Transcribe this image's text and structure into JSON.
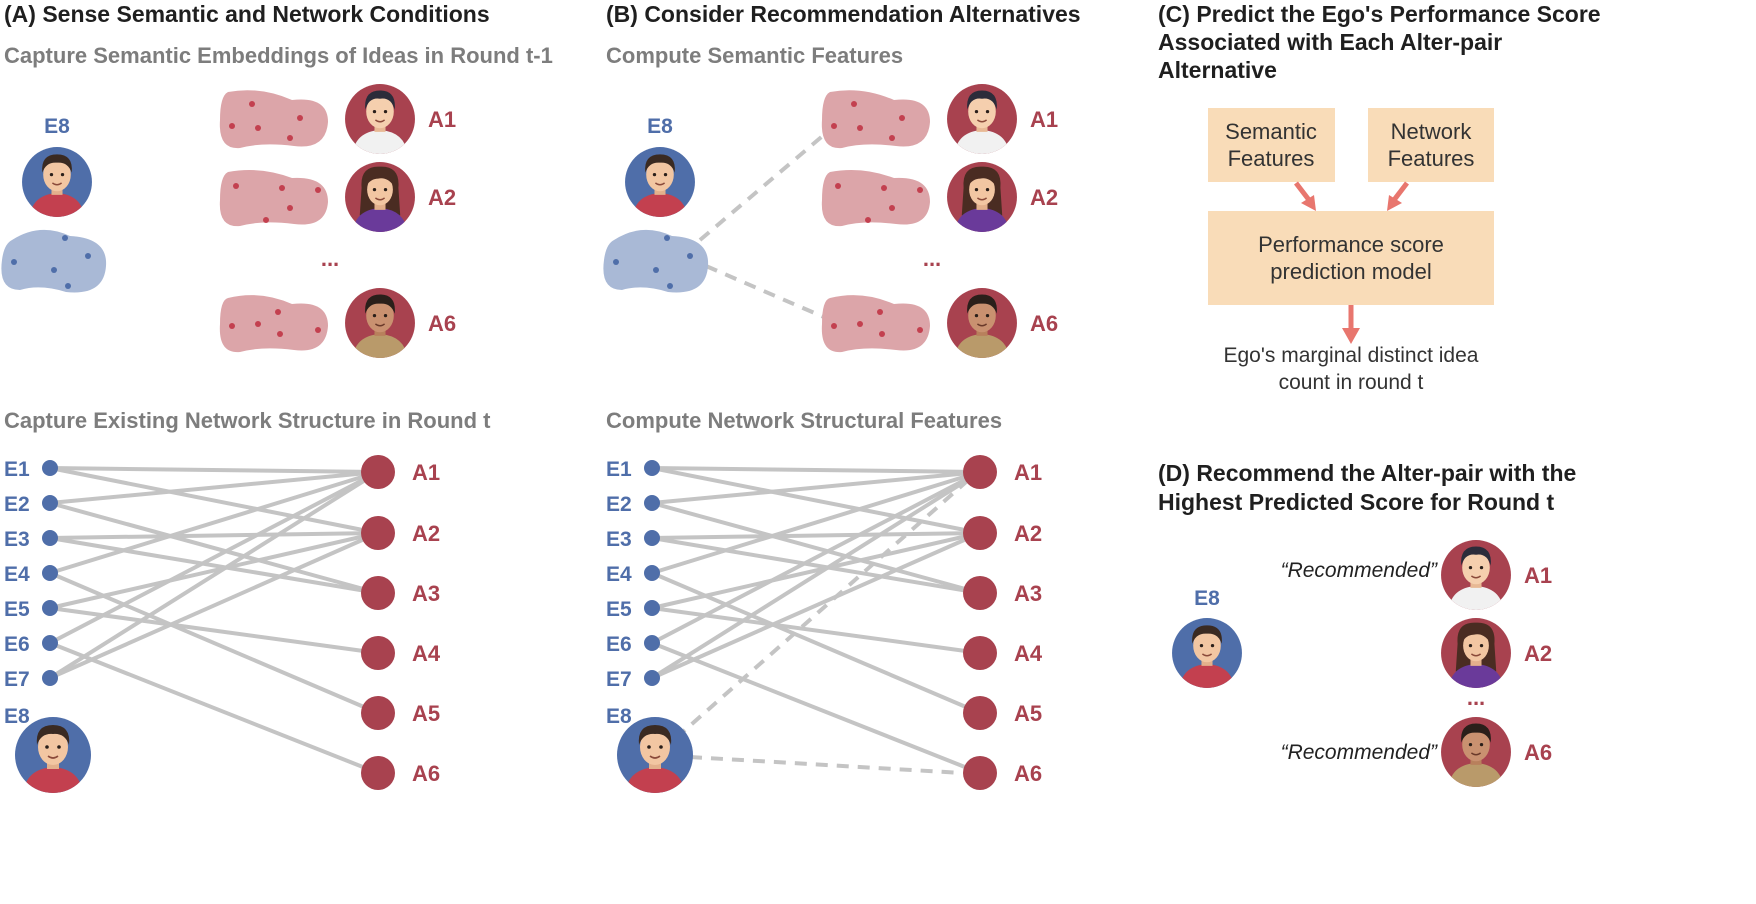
{
  "panel_a": {
    "title": "(A) Sense Semantic and Network Conditions",
    "subtitle_semantic": "Capture Semantic Embeddings of Ideas in Round t-1",
    "subtitle_network": "Capture Existing Network Structure in Round t"
  },
  "panel_b": {
    "title": "(B) Consider Recommendation Alternatives",
    "subtitle_semantic": "Compute Semantic Features",
    "subtitle_network": "Compute Network Structural Features"
  },
  "panel_c": {
    "title_line1": "(C) Predict the Ego's Performance Score",
    "title_line2": "Associated with Each Alter-pair",
    "title_line3": "Alternative",
    "semantic_box_line1": "Semantic",
    "semantic_box_line2": "Features",
    "network_box_line1": "Network",
    "network_box_line2": "Features",
    "model_box_line1": "Performance score",
    "model_box_line2": "prediction model",
    "output_line1": "Ego's marginal distinct idea",
    "output_line2": "count in round t"
  },
  "panel_d": {
    "title_line1": "(D) Recommend the Alter-pair with the",
    "title_line2": "Highest Predicted Score for Round t",
    "recommended_label": "“Recommended”"
  },
  "labels": {
    "ego": "E8",
    "egos": [
      "E1",
      "E2",
      "E3",
      "E4",
      "E5",
      "E6",
      "E7"
    ],
    "alters": [
      "A1",
      "A2",
      "A3",
      "A4",
      "A5",
      "A6"
    ],
    "semantic_alters": [
      "A1",
      "A2",
      "A6"
    ],
    "ellipsis": "..."
  },
  "colors": {
    "ego": "#4f6ea9",
    "alter": "#a8424f",
    "box": "#f9dcb8",
    "arrow": "#e8766e",
    "edge": "#c4c4c4"
  },
  "icons": {
    "ego_avatar": "person-avatar-icon",
    "alter_avatar": "person-avatar-icon",
    "idea_cloud": "embedding-cloud-icon"
  }
}
